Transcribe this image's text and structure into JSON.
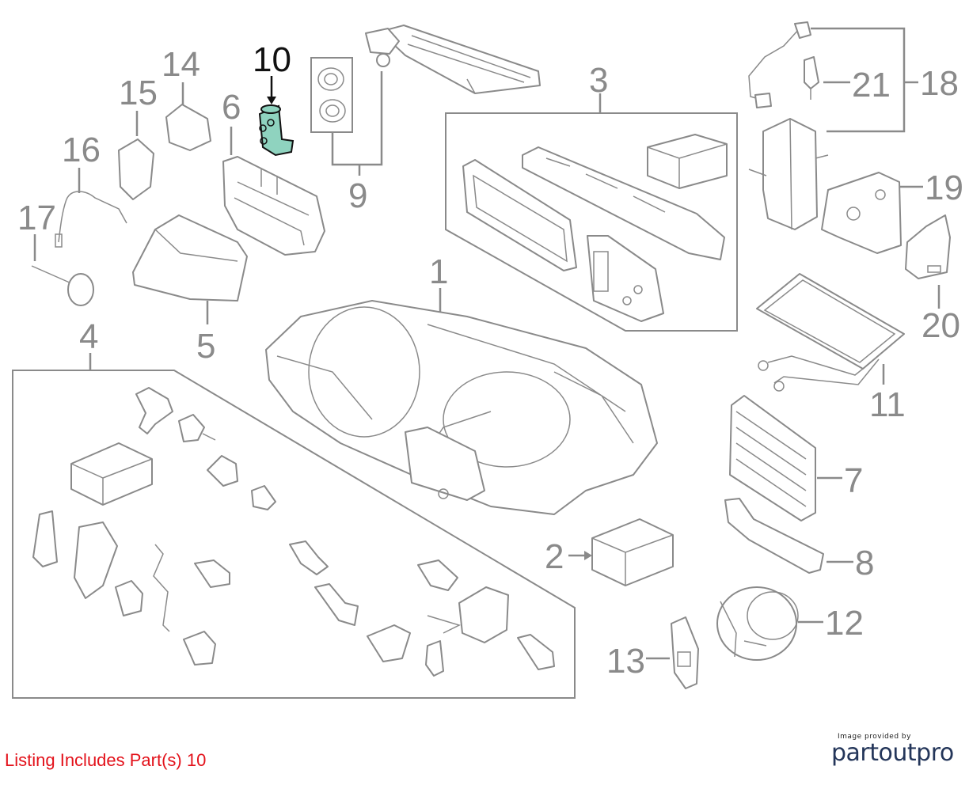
{
  "callouts": [
    "1",
    "2",
    "3",
    "4",
    "5",
    "6",
    "7",
    "8",
    "9",
    "10",
    "11",
    "12",
    "13",
    "14",
    "15",
    "16",
    "17",
    "18",
    "19",
    "20",
    "21"
  ],
  "highlighted_part": "10",
  "colors": {
    "highlight_fill": "#8fd3bf",
    "listing_text": "#e3121b",
    "brand": "#24365a"
  },
  "footer": {
    "listing": "Listing Includes Part(s) 10",
    "credit_small": "Image provided by",
    "credit_brand": "partoutpro"
  }
}
